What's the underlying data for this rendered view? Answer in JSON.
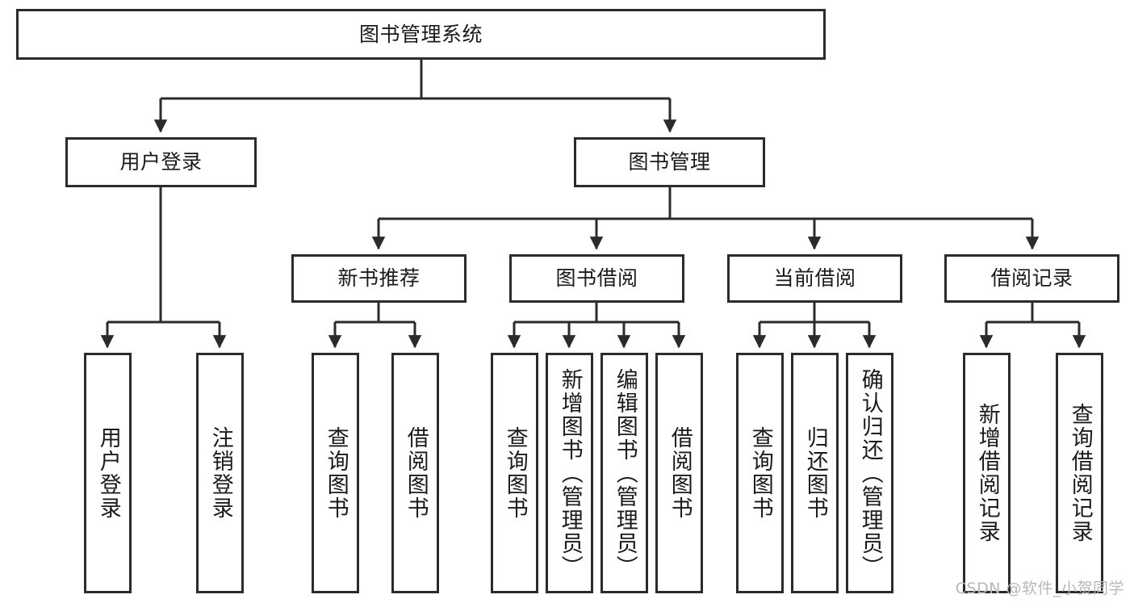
{
  "diagram": {
    "title": "图书管理系统",
    "type": "tree-hierarchy",
    "orientation": "top-down",
    "colors": {
      "box_border": "#2b2b2b",
      "box_fill": "#ffffff",
      "edge": "#2b2b2b",
      "text": "#1a1a1a",
      "watermark": "#b8b8b8",
      "background": "#ffffff"
    },
    "root": {
      "id": "root",
      "label": "图书管理系统"
    },
    "level2": [
      {
        "id": "user-login",
        "label": "用户登录"
      },
      {
        "id": "book-manage",
        "label": "图书管理"
      }
    ],
    "level3": [
      {
        "id": "new-book-rec",
        "label": "新书推荐",
        "parent": "book-manage"
      },
      {
        "id": "book-borrow",
        "label": "图书借阅",
        "parent": "book-manage"
      },
      {
        "id": "current-borrow",
        "label": "当前借阅",
        "parent": "book-manage"
      },
      {
        "id": "borrow-record",
        "label": "借阅记录",
        "parent": "book-manage"
      }
    ],
    "leaves": [
      {
        "id": "leaf-user-login",
        "label": "用户登录",
        "parent": "user-login"
      },
      {
        "id": "leaf-logout",
        "label": "注销登录",
        "parent": "user-login"
      },
      {
        "id": "leaf-query-book-1",
        "label": "查询图书",
        "parent": "new-book-rec"
      },
      {
        "id": "leaf-borrow-book-1",
        "label": "借阅图书",
        "parent": "new-book-rec"
      },
      {
        "id": "leaf-query-book-2",
        "label": "查询图书",
        "parent": "book-borrow"
      },
      {
        "id": "leaf-add-book",
        "label": "新增图书（管理员）",
        "parent": "book-borrow"
      },
      {
        "id": "leaf-edit-book",
        "label": "编辑图书（管理员）",
        "parent": "book-borrow"
      },
      {
        "id": "leaf-borrow-book-2",
        "label": "借阅图书",
        "parent": "book-borrow"
      },
      {
        "id": "leaf-query-book-3",
        "label": "查询图书",
        "parent": "current-borrow"
      },
      {
        "id": "leaf-return-book",
        "label": "归还图书",
        "parent": "current-borrow"
      },
      {
        "id": "leaf-confirm-return",
        "label": "确认归还（管理员）",
        "parent": "current-borrow"
      },
      {
        "id": "leaf-add-record",
        "label": "新增借阅记录",
        "parent": "borrow-record"
      },
      {
        "id": "leaf-query-record",
        "label": "查询借阅记录",
        "parent": "borrow-record"
      }
    ],
    "watermark": "CSDN @软件_小贺同学"
  }
}
